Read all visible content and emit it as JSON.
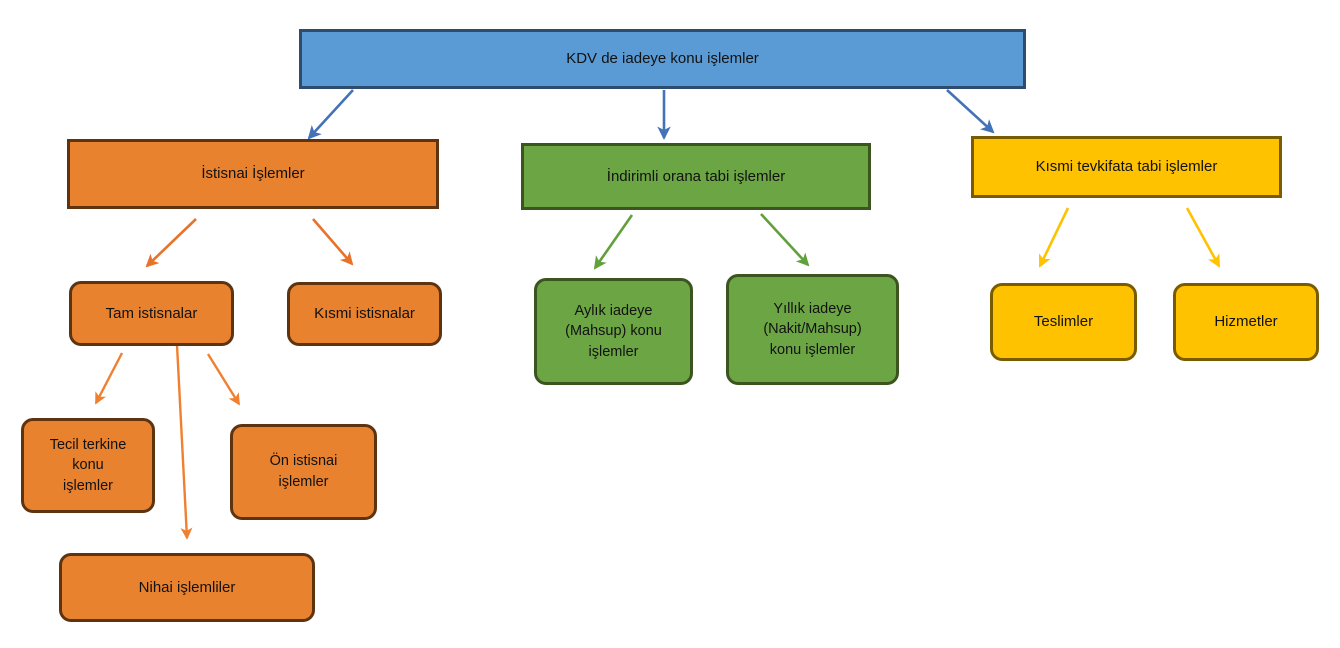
{
  "diagram": {
    "title": "KDV de iadeye konu işlemler",
    "background": "#ffffff",
    "palette": {
      "blue_fill": "#5B9BD5",
      "blue_border": "#2E4C6D",
      "orange_fill": "#E8822F",
      "orange_border": "#5E3410",
      "green_fill": "#6CA644",
      "green_border": "#3C551F",
      "yellow_fill": "#FFC200",
      "yellow_border": "#7A5C00",
      "text": "#121212"
    },
    "nodes": {
      "root": {
        "label": "KDV de iadeye konu işlemler"
      },
      "istisnai": {
        "label": "İstisnai İşlemler"
      },
      "indirimli": {
        "label": "İndirimli orana tabi işlemler"
      },
      "kismi_tevkifat": {
        "label": "Kısmi tevkifata tabi işlemler"
      },
      "tam_istisnalar": {
        "label": "Tam istisnalar"
      },
      "kismi_istisnalar": {
        "label": "Kısmi istisnalar"
      },
      "tecil_terkine": {
        "label": "Tecil terkine\nkonu\nişlemler"
      },
      "on_istisnai": {
        "label": "Ön istisnai\nişlemler"
      },
      "nihai": {
        "label": "Nihai işlemliler"
      },
      "aylik_iade": {
        "label": "Aylık iadeye\n(Mahsup) konu\nişlemler"
      },
      "yillik_iade": {
        "label": "Yıllık iadeye\n(Nakit/Mahsup)\nkonu işlemler"
      },
      "teslimler": {
        "label": "Teslimler"
      },
      "hizmetler": {
        "label": "Hizmetler"
      }
    },
    "edges": [
      {
        "name": "root-to-istisnai",
        "color": "#4472B8"
      },
      {
        "name": "root-to-indirimli",
        "color": "#4472B8"
      },
      {
        "name": "root-to-kismi-tevkifat",
        "color": "#4472B8"
      },
      {
        "name": "istisnai-to-tam",
        "color": "#E8722A"
      },
      {
        "name": "istisnai-to-kismi",
        "color": "#E8722A"
      },
      {
        "name": "tam-to-tecil",
        "color": "#F08030"
      },
      {
        "name": "tam-to-nihai",
        "color": "#F08030"
      },
      {
        "name": "tam-to-on-istisnai",
        "color": "#F08030"
      },
      {
        "name": "indirimli-to-aylik",
        "color": "#62A03C"
      },
      {
        "name": "indirimli-to-yillik",
        "color": "#62A03C"
      },
      {
        "name": "tevkifat-to-teslimler",
        "color": "#FFC200"
      },
      {
        "name": "tevkifat-to-hizmetler",
        "color": "#FFC200"
      }
    ]
  }
}
